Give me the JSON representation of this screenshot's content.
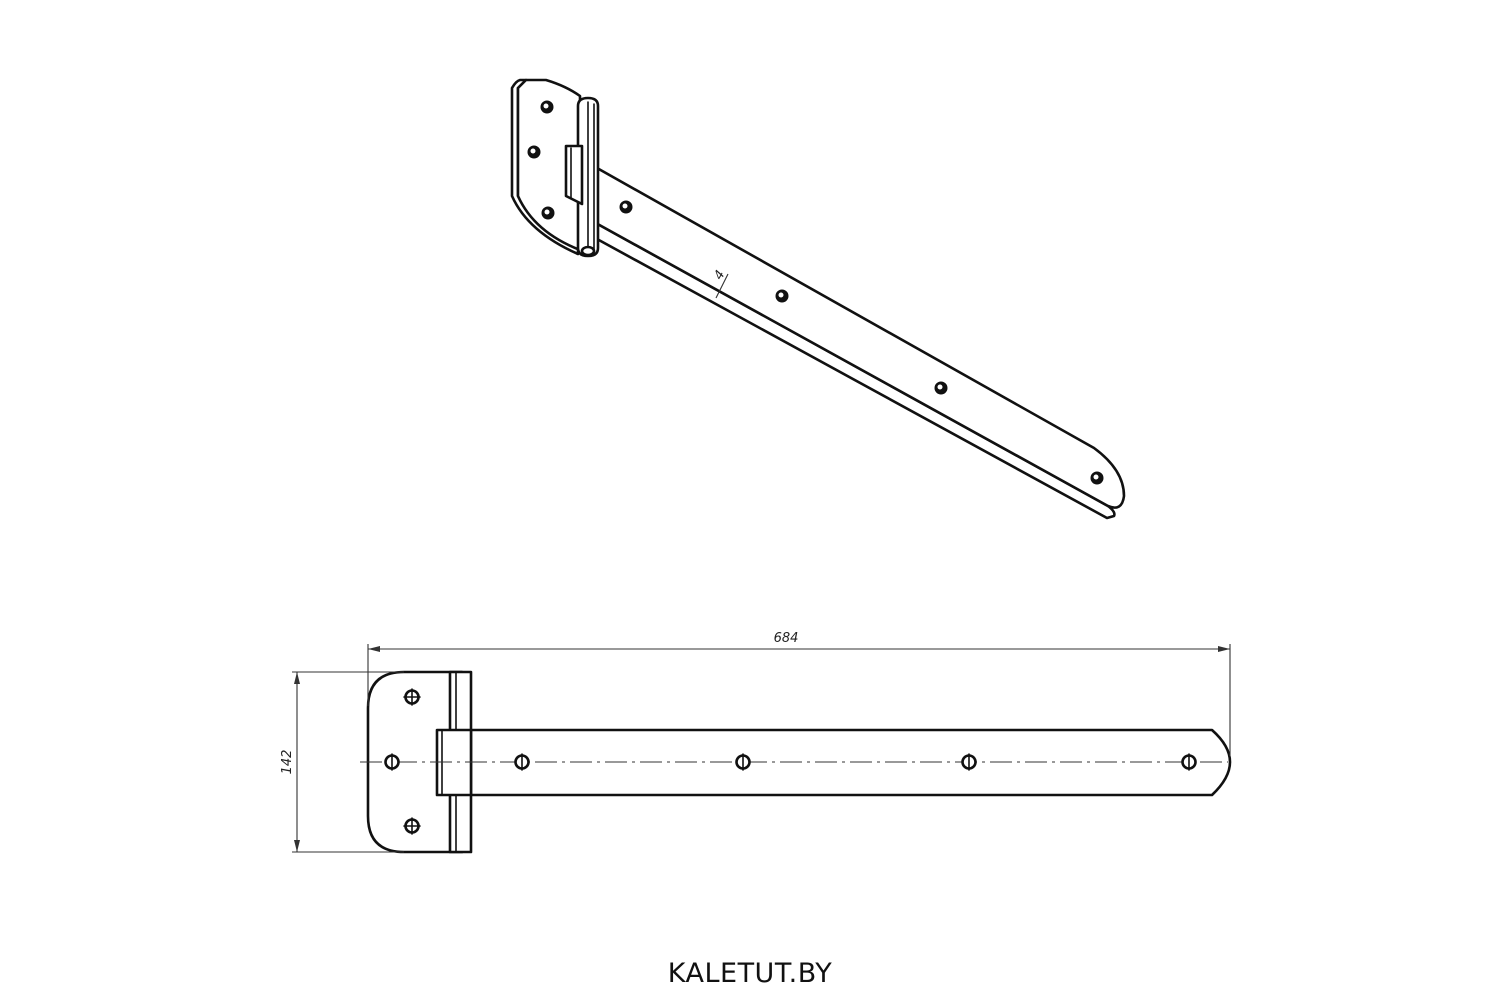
{
  "drawing": {
    "dimensions": {
      "thickness": "4",
      "length": "684",
      "height": "142"
    }
  },
  "footer": {
    "brand": "KALETUT.BY"
  }
}
